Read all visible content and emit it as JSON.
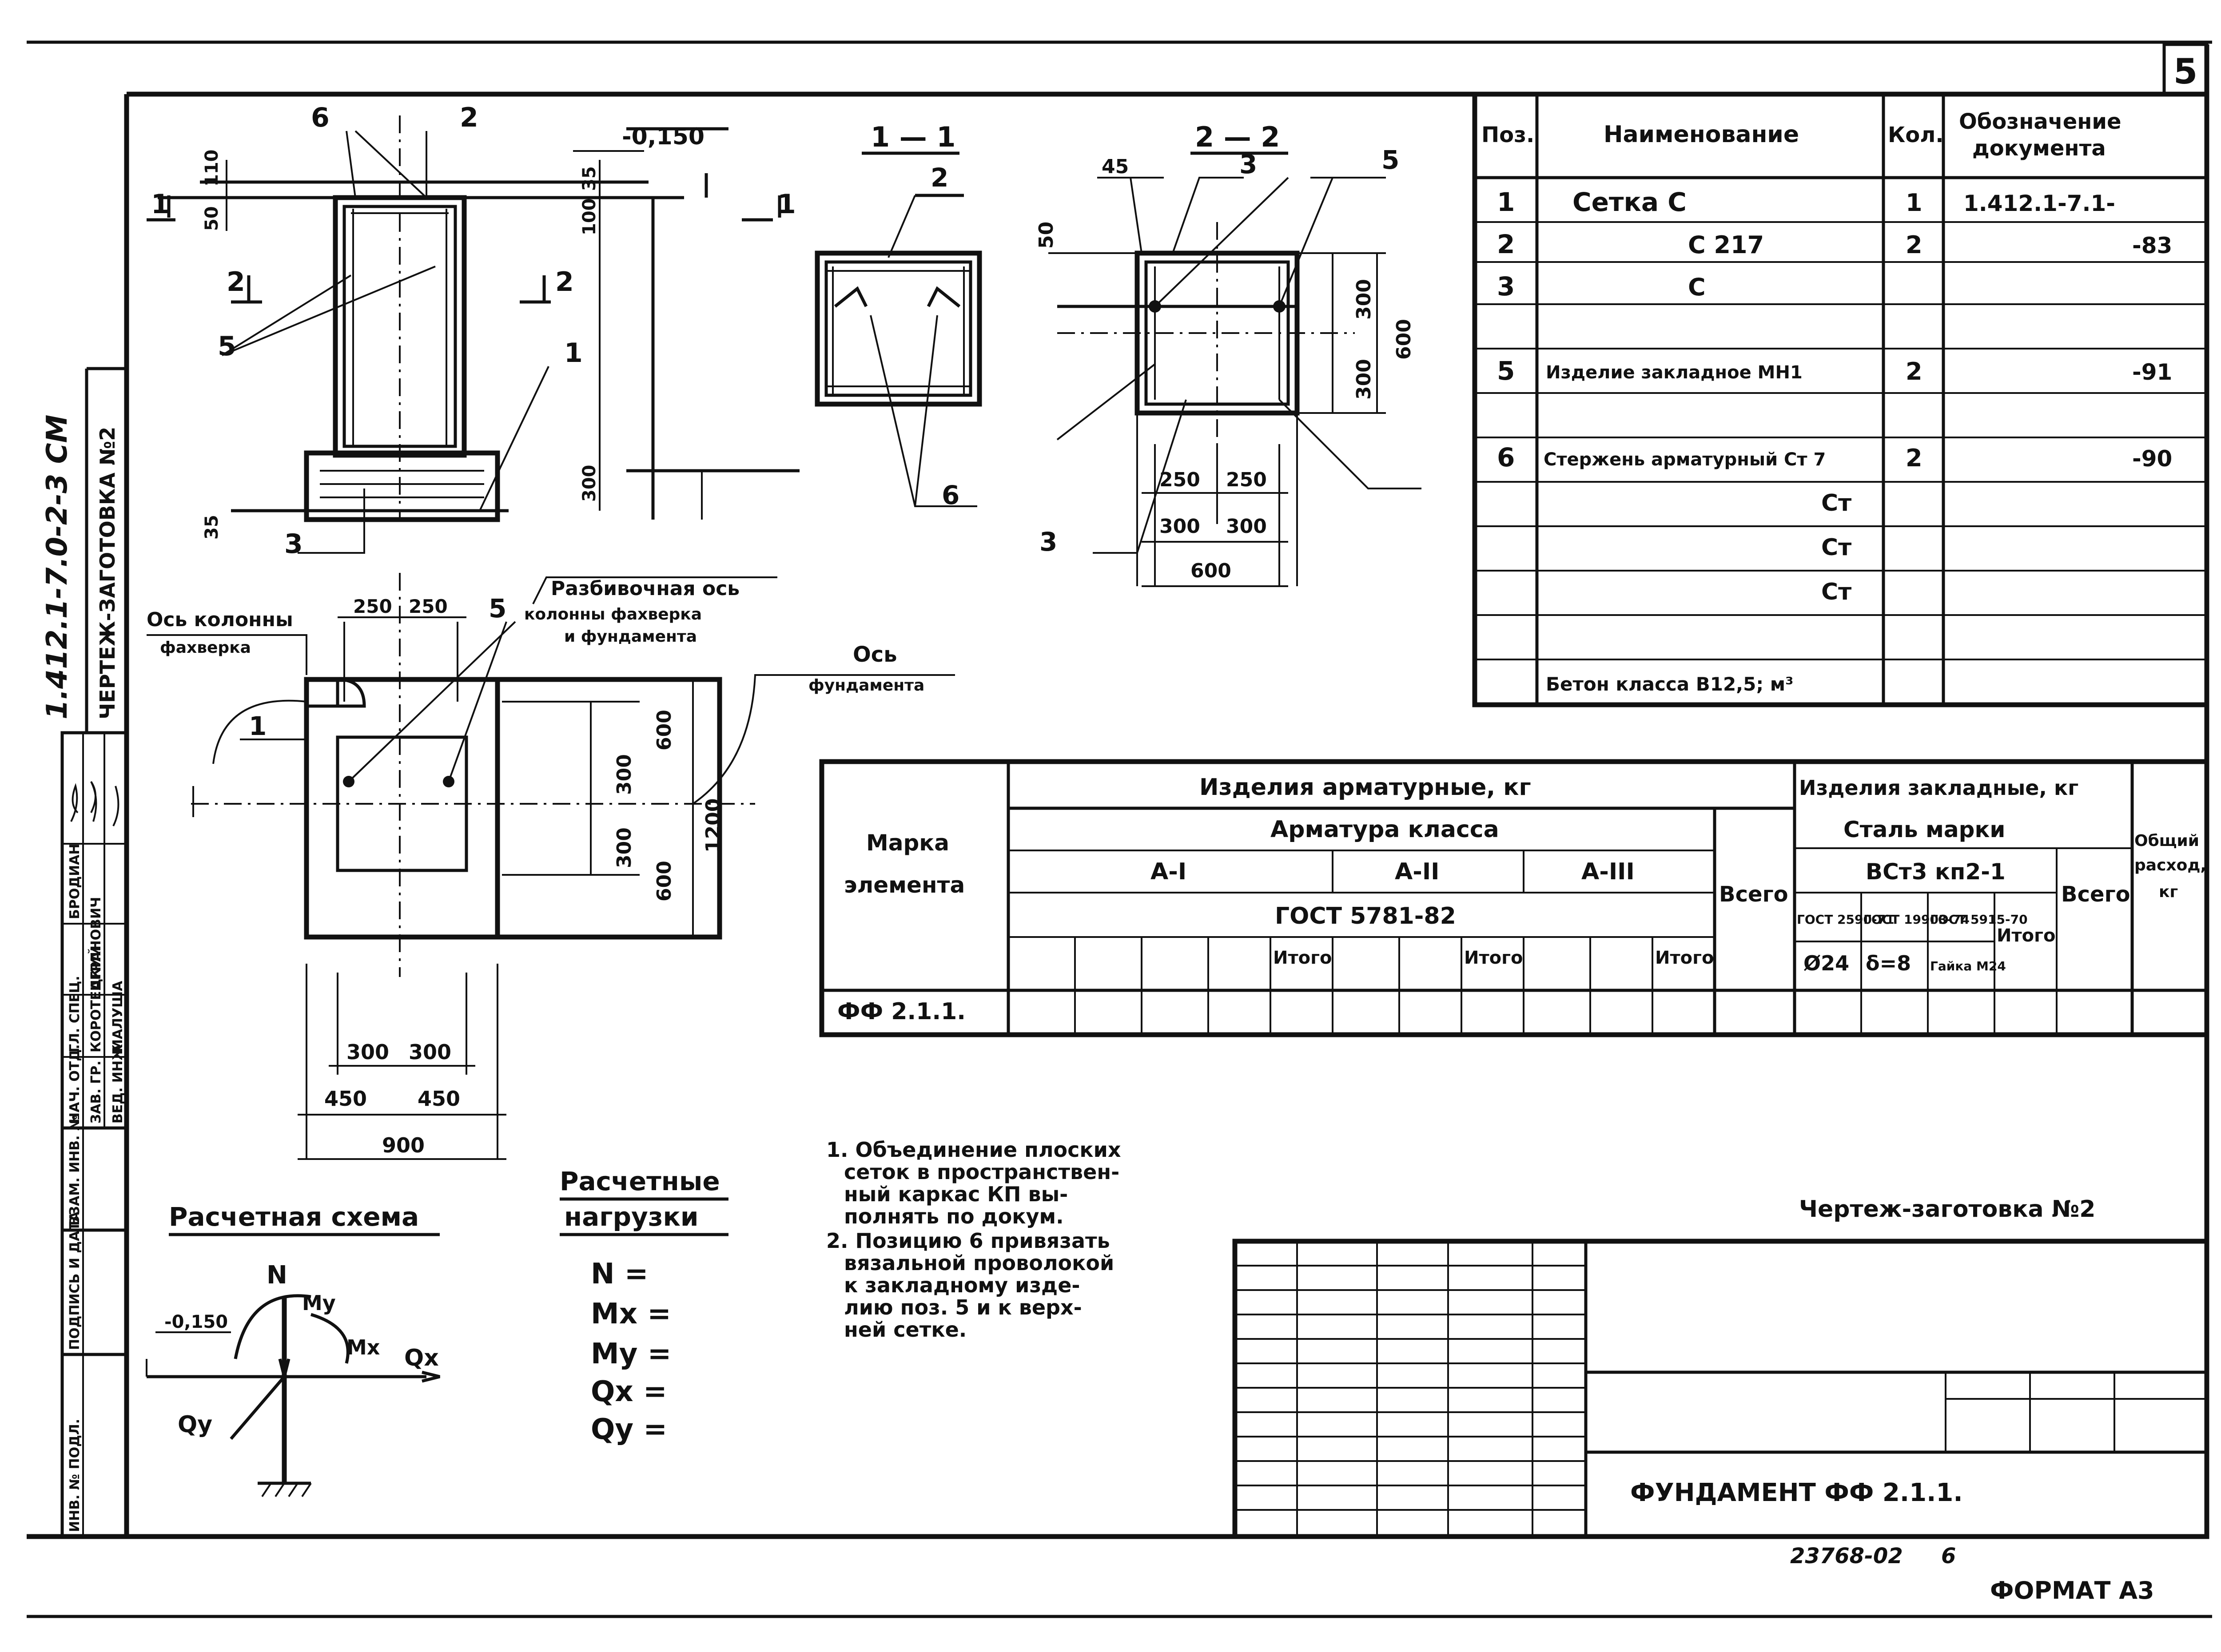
{
  "sheet": {
    "page_number": "5",
    "doc_code": "1.412.1-7.0-2-3 СМ",
    "side_title": "ЧЕРТЕЖ-ЗАГОТОВКА №2",
    "drawing_title": "Чертеж-заготовка №2",
    "element_name": "ФУНДАМЕНТ ФФ 2.1.1.",
    "inventory_number": "23768-02",
    "inventory_suffix": "6",
    "format": "ФОРМАТ А3"
  },
  "side_stamp": {
    "roles": [
      "НАЧ. ОТД.",
      "ГЛ. СПЕЦ.",
      "ЗАВ. ГР.",
      "ВЕД. ИНЖ."
    ],
    "names": [
      "БРОДИАН",
      "КОРОТЕЦКИЙ",
      "АГРАНОВИЧ",
      "МАЛУША"
    ],
    "fields": [
      "ВЗАМ. ИНВ. №",
      "ПОДПИСЬ И ДАТА",
      "ИНВ. № ПОДЛ."
    ]
  },
  "spec_table": {
    "headers": {
      "pos": "Поз.",
      "name": "Наименование",
      "qty": "Кол.",
      "doc": "Обозначение документа"
    },
    "rows": [
      {
        "pos": "1",
        "name": "Сетка С",
        "qty": "1",
        "doc": "1.412.1-7.1-"
      },
      {
        "pos": "2",
        "name": "С 217",
        "qty": "2",
        "doc": "-83"
      },
      {
        "pos": "3",
        "name": "С",
        "qty": "",
        "doc": ""
      },
      {
        "pos": "",
        "name": "",
        "qty": "",
        "doc": ""
      },
      {
        "pos": "5",
        "name": "Изделие закладное МН1",
        "qty": "2",
        "doc": "-91"
      },
      {
        "pos": "",
        "name": "",
        "qty": "",
        "doc": ""
      },
      {
        "pos": "6",
        "name": "Стержень арматурный Ст 7",
        "qty": "2",
        "doc": "-90"
      },
      {
        "pos": "",
        "name": "Ст",
        "qty": "",
        "doc": ""
      },
      {
        "pos": "",
        "name": "Ст",
        "qty": "",
        "doc": ""
      },
      {
        "pos": "",
        "name": "Ст",
        "qty": "",
        "doc": ""
      },
      {
        "pos": "",
        "name": "",
        "qty": "",
        "doc": ""
      },
      {
        "pos": "",
        "name": "Бетон класса В12,5; м³",
        "qty": "",
        "doc": ""
      }
    ]
  },
  "steel_table": {
    "mark_header": "Марка элемента",
    "rebar_header": "Изделия арматурные, кг",
    "rebar_class_header": "Арматура класса",
    "classes": [
      "A-I",
      "A-II",
      "A-III"
    ],
    "gost_rebar": "ГОСТ 5781-82",
    "itogo": "Итого",
    "vsego": "Всего",
    "embedded_header": "Изделия закладные, кг",
    "steel_grade_header": "Сталь марки",
    "steel_grade": "ВСт3 кп2-1",
    "embedded_gosts": [
      "ГОСТ 2590-71",
      "ГОСТ 19903-74",
      "ГОСТ 5915-70"
    ],
    "embedded_sizes": [
      "Ø24",
      "δ=8",
      "Гайка М24"
    ],
    "total_header": "Общий расход, кг",
    "element_mark": "ФФ 2.1.1."
  },
  "notes": [
    "1. Объединение плоских сеток в пространствен-ный каркас КП вы-полнять по докум.",
    "2. Позицию 6 привязать вязальной проволокой к закладному изде-лию поз. 5 и к верх-ней сетке."
  ],
  "loads": {
    "title": "Расчетные нагрузки",
    "items": [
      "N =",
      "Mx =",
      "My =",
      "Qx =",
      "Qy ="
    ]
  },
  "scheme": {
    "title": "Расчетная схема",
    "level": "-0,150",
    "labels": [
      "N",
      "My",
      "Mx",
      "Qx",
      "Qy"
    ]
  },
  "elevation": {
    "level": "-0,150",
    "section_marks": [
      "1",
      "2"
    ],
    "dims": [
      "110",
      "50",
      "35",
      "100",
      "300",
      "35"
    ],
    "callouts": [
      "6",
      "2",
      "5",
      "1",
      "3"
    ]
  },
  "section_1_1": {
    "title": "1 — 1",
    "callouts": [
      "2",
      "6"
    ]
  },
  "section_2_2": {
    "title": "2 — 2",
    "dims_top": [
      "45",
      "50"
    ],
    "dims_right": [
      "300",
      "300",
      "600"
    ],
    "dims_bottom": [
      "250",
      "250",
      "300",
      "300",
      "600"
    ],
    "callouts": [
      "3",
      "5",
      "3"
    ]
  },
  "plan": {
    "axis_column": "Ось колонны фахверка",
    "axis_layout": "Разбивочная ось колонны фахверка и фундамента",
    "axis_foundation": "Ось фундамента",
    "dims_top": [
      "250",
      "250"
    ],
    "dims_right": [
      "300",
      "300",
      "600",
      "600",
      "1200"
    ],
    "dims_bottom": [
      "300",
      "300",
      "450",
      "450",
      "900"
    ],
    "callouts": [
      "5",
      "1"
    ]
  }
}
